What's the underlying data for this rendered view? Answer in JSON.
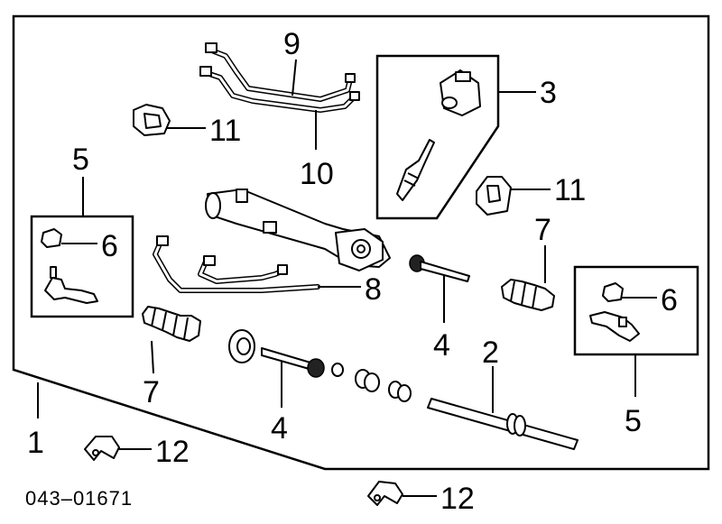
{
  "diagram": {
    "catalog_code": "043–01671",
    "labels": {
      "part_1": "1",
      "part_2": "2",
      "part_3": "3",
      "part_4_upper": "4",
      "part_4_lower": "4",
      "part_5_left": "5",
      "part_5_right": "5",
      "part_6_left": "6",
      "part_6_right": "6",
      "part_7_left": "7",
      "part_7_right": "7",
      "part_8": "8",
      "part_9": "9",
      "part_10": "10",
      "part_11_left": "11",
      "part_11_right": "11",
      "part_12_left": "12",
      "part_12_right": "12"
    }
  }
}
